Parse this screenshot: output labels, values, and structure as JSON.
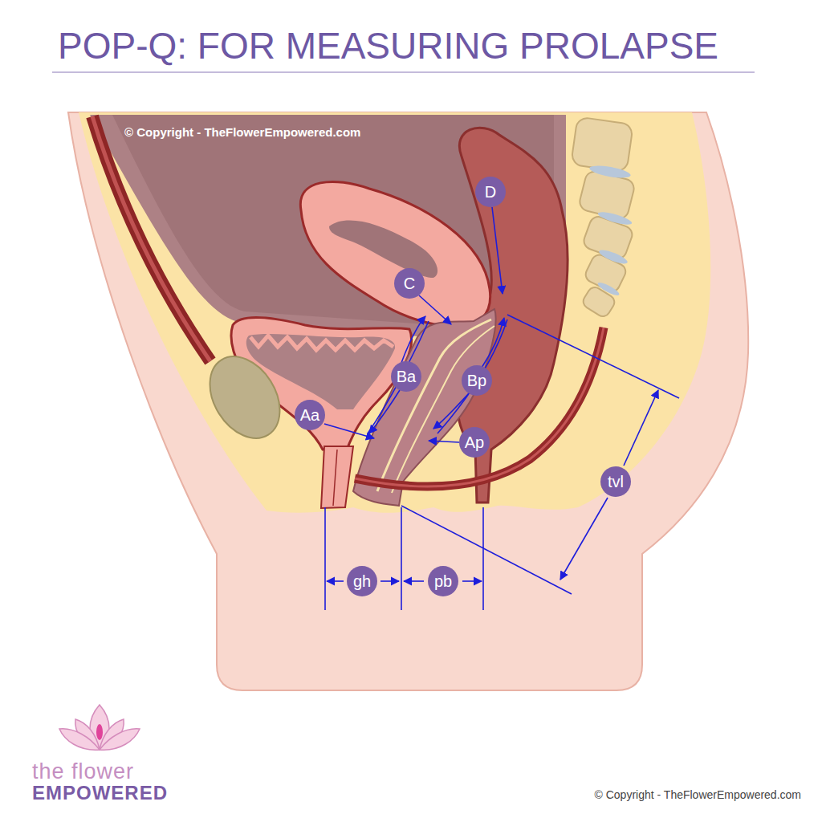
{
  "diagram": {
    "title": "POP-Q: FOR MEASURING PROLAPSE",
    "nodes": [
      {
        "text": [
          "D"
        ]
      },
      {
        "text": [
          "C"
        ]
      },
      {
        "text": [
          "Ba"
        ]
      },
      {
        "text": [
          "Bp"
        ]
      },
      {
        "text": [
          "Aa"
        ]
      },
      {
        "text": [
          "Ap"
        ]
      },
      {
        "text": [
          "tvl"
        ]
      },
      {
        "text": [
          "gh"
        ]
      },
      {
        "text": [
          "pb"
        ]
      }
    ],
    "labels": [
      "© Copyright - TheFlowerEmpowered.com",
      "the flower",
      "EMPOWERED",
      "© Copyright - TheFlowerEmpowered.com"
    ]
  }
}
